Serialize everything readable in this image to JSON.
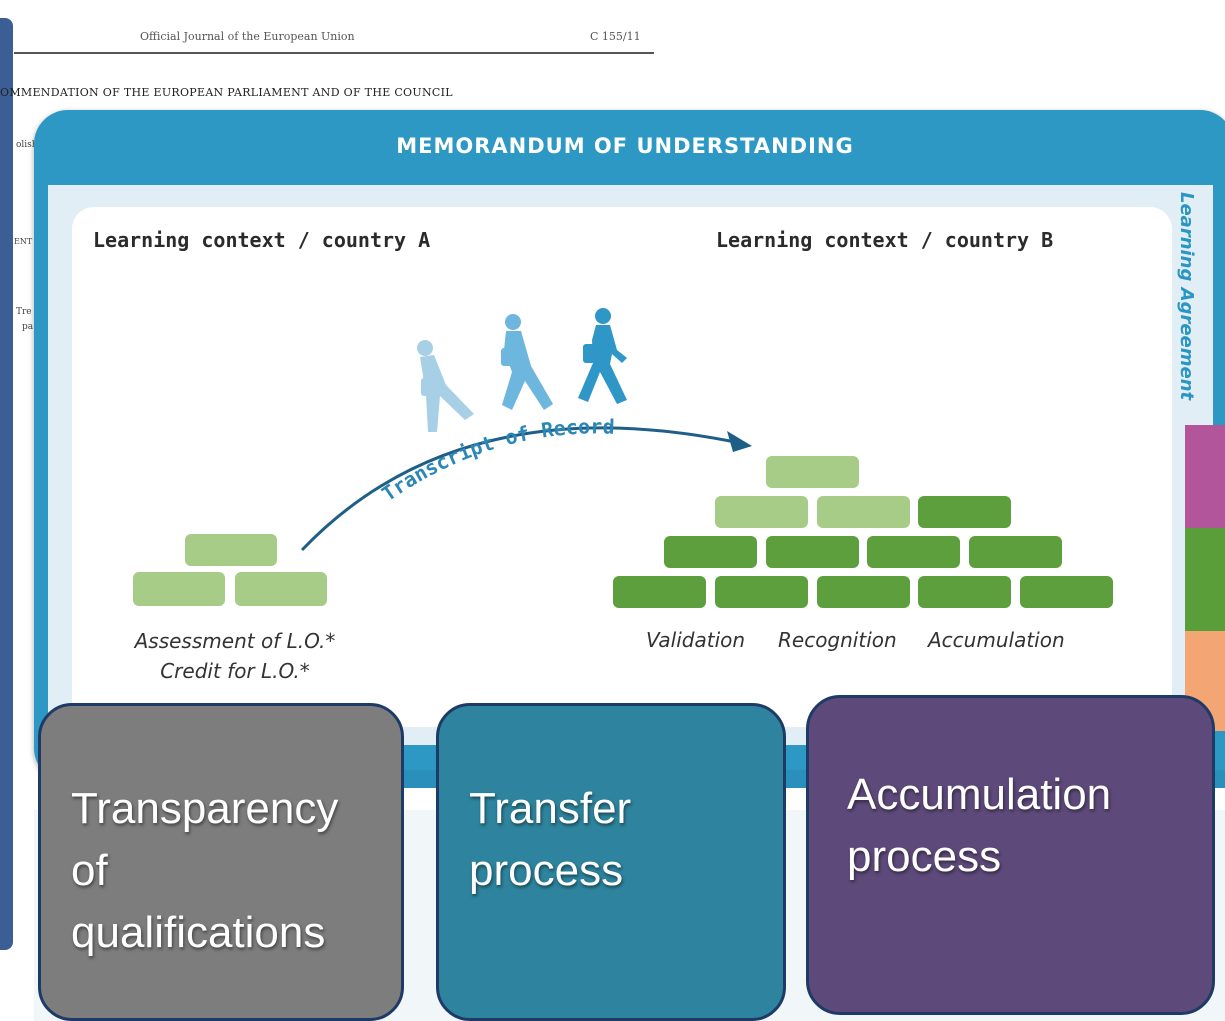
{
  "document": {
    "journal_header": "Official Journal of the European Union",
    "page_ref": "C 155/11",
    "recommendation_title": "OMMENDATION OF THE EUROPEAN PARLIAMENT AND OF THE COUNCIL",
    "fragments": [
      "olish",
      "ENT",
      "Tre",
      "pa"
    ]
  },
  "diagram": {
    "title": "MEMORANDUM OF UNDERSTANDING",
    "side_label": "Learning Agreement",
    "context_a": "Learning context / country A",
    "context_b": "Learning context / country B",
    "arc_label": "Transcript of Record",
    "caption_a": [
      "Assessment of L.O.*",
      "Credit for L.O.*"
    ],
    "caption_b": [
      "Validation",
      "Recognition",
      "Accumulation"
    ],
    "colors": {
      "frame": "#2c98c3",
      "brick_light": "#a6cc87",
      "brick_dark": "#5e9f3d",
      "figure": "#3ba0d0",
      "tab_pink": "#b2559b",
      "tab_green": "#5a9e3a",
      "tab_orange": "#f3a574"
    }
  },
  "boxes": [
    {
      "lines": [
        "Transparency",
        "of",
        "qualifications"
      ],
      "color": "#7d7d7d"
    },
    {
      "lines": [
        "Transfer",
        "process"
      ],
      "color": "#2e849e"
    },
    {
      "lines": [
        "Accumulation",
        "process"
      ],
      "color": "#5e4a7a"
    }
  ]
}
